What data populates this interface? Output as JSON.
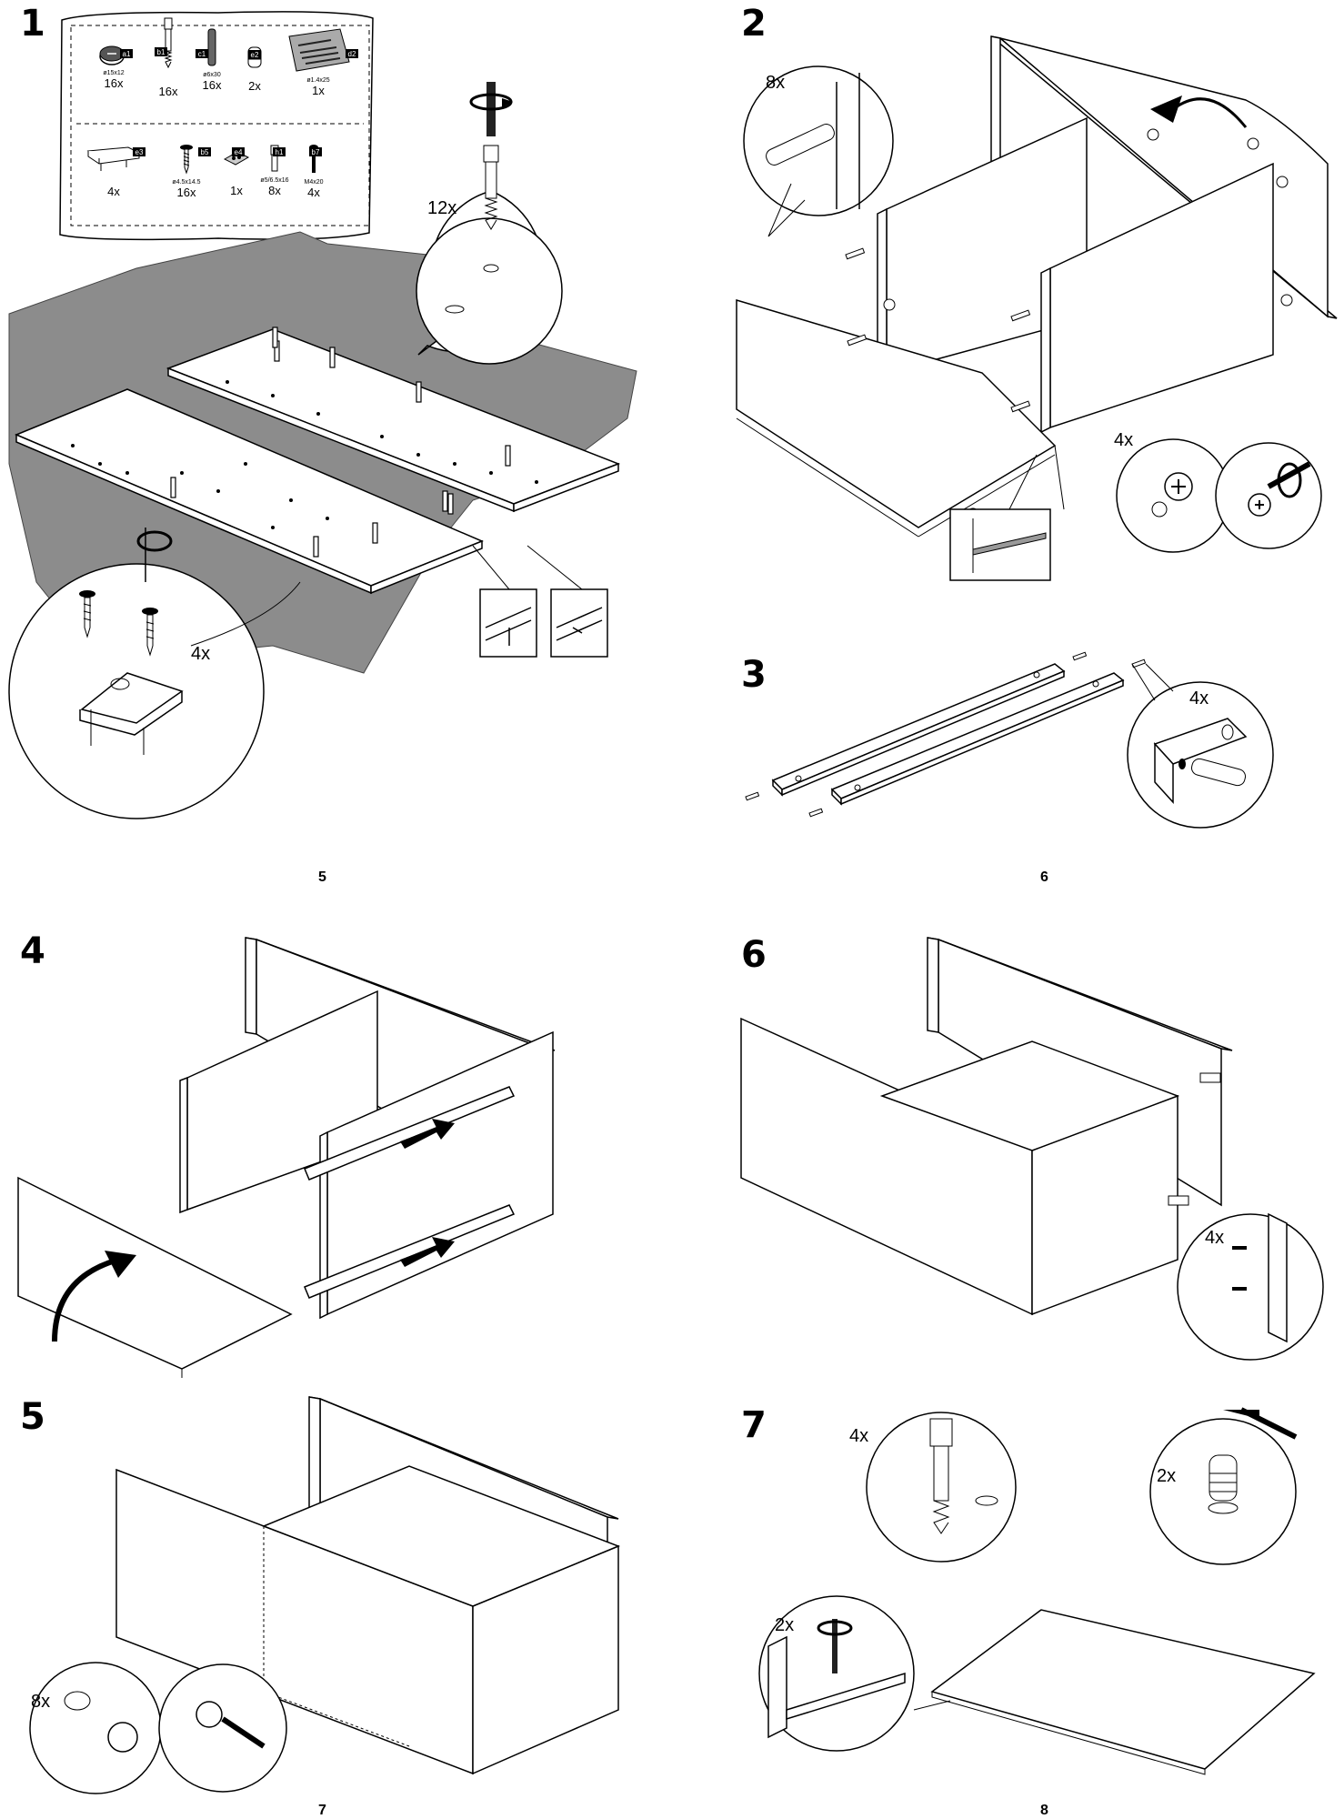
{
  "steps": [
    "1",
    "2",
    "3",
    "4",
    "5",
    "6",
    "7"
  ],
  "page_numbers": {
    "left_top": "5",
    "right_top": "6",
    "left_bottom": "7",
    "right_bottom": "8"
  },
  "parts": [
    {
      "tag": "a1",
      "spec": "ø15x12",
      "qty": "16x",
      "icon": "cam-lock-icon"
    },
    {
      "tag": "b1",
      "spec": "",
      "qty": "16x",
      "icon": "cam-bolt-icon"
    },
    {
      "tag": "c1",
      "spec": "ø6x30",
      "qty": "16x",
      "icon": "dowel-icon"
    },
    {
      "tag": "e2",
      "spec": "",
      "qty": "2x",
      "icon": "glide-foot-icon"
    },
    {
      "tag": "d2",
      "spec": "ø1.4x25",
      "qty": "1x",
      "icon": "nail-bag-icon"
    },
    {
      "tag": "e3",
      "spec": "",
      "qty": "4x",
      "icon": "drawer-runner-icon"
    },
    {
      "tag": "b5",
      "spec": "ø4.5x14.5",
      "qty": "16x",
      "icon": "screw-icon"
    },
    {
      "tag": "e4",
      "spec": "",
      "qty": "1x",
      "icon": "plate-icon"
    },
    {
      "tag": "h1",
      "spec": "ø5/6.5x16",
      "qty": "8x",
      "icon": "pin-icon"
    },
    {
      "tag": "b7",
      "spec": "M4x20",
      "qty": "4x",
      "icon": "bolt-icon"
    }
  ],
  "callouts": {
    "s1_bolts": "12x",
    "s1_plates": "4x",
    "s2_dowels": "8x",
    "s2_cams": "4x",
    "s3_dowels": "4x",
    "s6_pins": "4x",
    "s5_cams": "8x",
    "s7_bolts": "4x",
    "s7_feet": "2x",
    "s7_brackets": "2x"
  }
}
